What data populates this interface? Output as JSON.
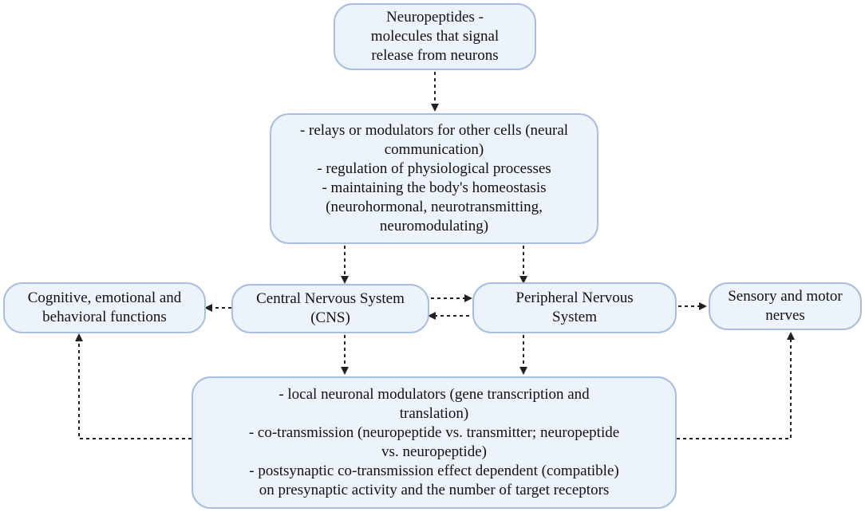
{
  "nodes": {
    "neuropeptides": {
      "lines": [
        "Neuropeptides -",
        "molecules that signal",
        "release from neurons"
      ]
    },
    "roles": {
      "lines": [
        "- relays or modulators for other cells (neural",
        "communication)",
        "- regulation of physiological processes",
        "- maintaining the body's homeostasis",
        "(neurohormonal, neurotransmitting,",
        "neuromodulating)"
      ]
    },
    "cognitive": {
      "lines": [
        "Cognitive, emotional and",
        "behavioral functions"
      ]
    },
    "cns": {
      "lines": [
        "Central Nervous System",
        "(CNS)"
      ]
    },
    "pns": {
      "lines": [
        "Peripheral Nervous",
        "System"
      ]
    },
    "sensory": {
      "lines": [
        "Sensory and motor",
        "nerves"
      ]
    },
    "local": {
      "lines": [
        "- local neuronal modulators (gene transcription and",
        "translation)",
        "- co-transmission (neuropeptide vs. transmitter; neuropeptide",
        "vs. neuropeptide)",
        "- postsynaptic co-transmission effect dependent (compatible)",
        "on presynaptic activity and the number of target receptors"
      ]
    }
  },
  "edges": [
    {
      "from": "neuropeptides",
      "to": "roles",
      "style": "dashed"
    },
    {
      "from": "roles",
      "to": "cns",
      "style": "dashed"
    },
    {
      "from": "roles",
      "to": "pns",
      "style": "dashed"
    },
    {
      "from": "cns",
      "to": "pns",
      "style": "dashed"
    },
    {
      "from": "pns",
      "to": "cns",
      "style": "dashed"
    },
    {
      "from": "cns",
      "to": "cognitive",
      "style": "dashed"
    },
    {
      "from": "pns",
      "to": "sensory",
      "style": "dashed"
    },
    {
      "from": "cns",
      "to": "local",
      "style": "dashed"
    },
    {
      "from": "pns",
      "to": "local",
      "style": "dashed"
    },
    {
      "from": "local",
      "to": "cognitive",
      "style": "dashed"
    },
    {
      "from": "local",
      "to": "sensory",
      "style": "dashed"
    }
  ],
  "colors": {
    "node_fill": "#edf3fb",
    "node_border": "#a7bee0",
    "arrow": "#222222"
  }
}
